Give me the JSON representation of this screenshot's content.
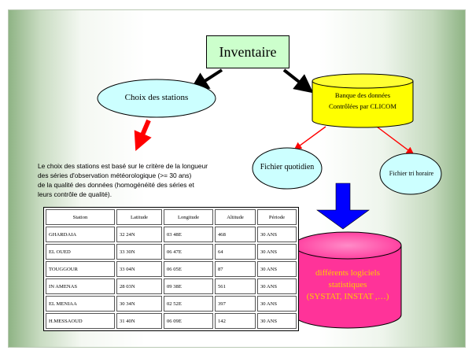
{
  "nodes": {
    "inventaire": "Inventaire",
    "choix_stations": "Choix des stations",
    "banque_line1": "Banque des données",
    "banque_line2": "Contrôlées par CLICOM",
    "fichier_quotidien": "Fichier quotidien",
    "fichier_trihoraire": "Fichier tri horaire",
    "logiciels_line1": "différents logiciels",
    "logiciels_line2": "statistiques",
    "logiciels_line3": "(SYSTAT, INSTAT ,…)"
  },
  "description": {
    "lines": [
      "Le choix des stations est basé sur le critère de la longueur",
      "des séries d'observation météorologique (>= 30 ans)",
      "de la qualité des données (homogénéité des séries et",
      "leurs contrôle de qualité)."
    ]
  },
  "stations_table": {
    "headers": [
      "Station",
      "Latitude",
      "Longitude",
      "Altitude",
      "Période"
    ],
    "rows": [
      [
        "GHARDAIA",
        "32 24N",
        "03 48E",
        "468",
        "30 ANS"
      ],
      [
        "EL OUED",
        "33 30N",
        "06 47E",
        "64",
        "30 ANS"
      ],
      [
        "TOUGGOUR",
        "33 04N",
        "06 05E",
        "87",
        "30 ANS"
      ],
      [
        "IN AMENAS",
        "28 03N",
        "09 38E",
        "561",
        "30 ANS"
      ],
      [
        "EL MENIAA",
        "30 34N",
        "02 52E",
        "397",
        "30 ANS"
      ],
      [
        "H.MESSAOUD",
        "31 40N",
        "06 09E",
        "142",
        "30 ANS"
      ]
    ]
  },
  "colors": {
    "ellipse_fill": "#ccffff",
    "inventaire_fill": "#ccffcc",
    "banque_fill": "#ffff00",
    "logiciels_fill": "#ff3399",
    "logiciels_text": "#ffcc00",
    "arrow_red": "#ff0000",
    "arrow_blue": "#0000ff"
  }
}
